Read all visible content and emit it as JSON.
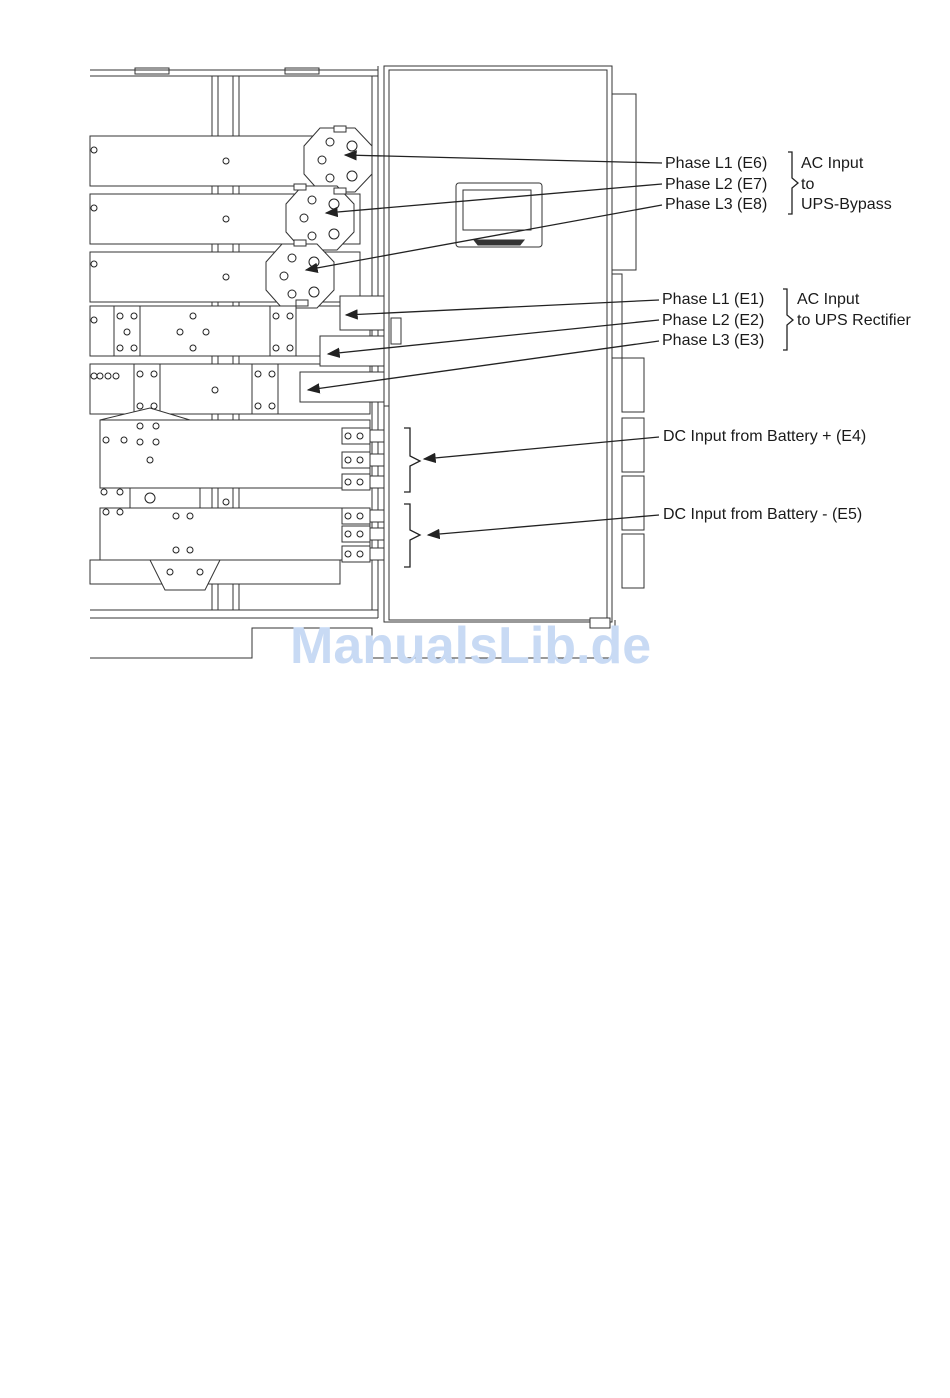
{
  "labels": {
    "bypass": {
      "l1": "Phase L1 (E6)",
      "l2": "Phase L2 (E7)",
      "l3": "Phase L3 (E8)",
      "group_line1": "AC Input",
      "group_line2": "to",
      "group_line3": "UPS-Bypass"
    },
    "rectifier": {
      "l1": "Phase L1 (E1)",
      "l2": "Phase L2 (E2)",
      "l3": "Phase L3 (E3)",
      "group_line1": "AC Input",
      "group_line2": "to UPS Rectifier"
    },
    "dc_plus": "DC Input from Battery + (E4)",
    "dc_minus": "DC Input from Battery - (E5)"
  },
  "watermark": "ManualsLib.de",
  "colors": {
    "line": "#222222",
    "watermark": "#c8daf4",
    "panel_fill": "#f4f4f4"
  }
}
